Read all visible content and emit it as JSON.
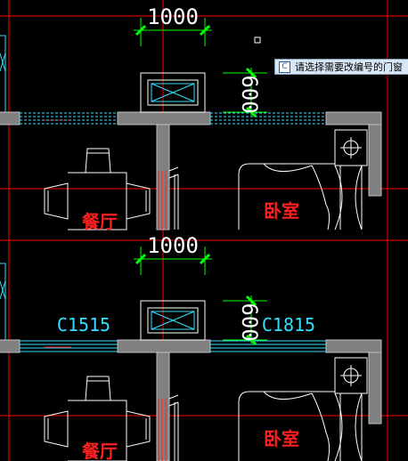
{
  "top": {
    "dim_width": "1000",
    "dim_height": "600",
    "label_dining": "餐厅",
    "label_bedroom": "卧室"
  },
  "bottom": {
    "dim_width": "1000",
    "dim_height": "600",
    "window_left": "C1515",
    "window_right": "C1815",
    "label_dining": "餐厅",
    "label_bedroom": "卧室"
  },
  "prompt": {
    "icon": "C",
    "text": "请选择需要改编号的门窗"
  },
  "colors": {
    "background": "#000000",
    "wall": "#808080",
    "axis": "#ff0000",
    "dimension": "#00ff00",
    "window": "#33e0ff",
    "room_text": "#ff2020"
  }
}
